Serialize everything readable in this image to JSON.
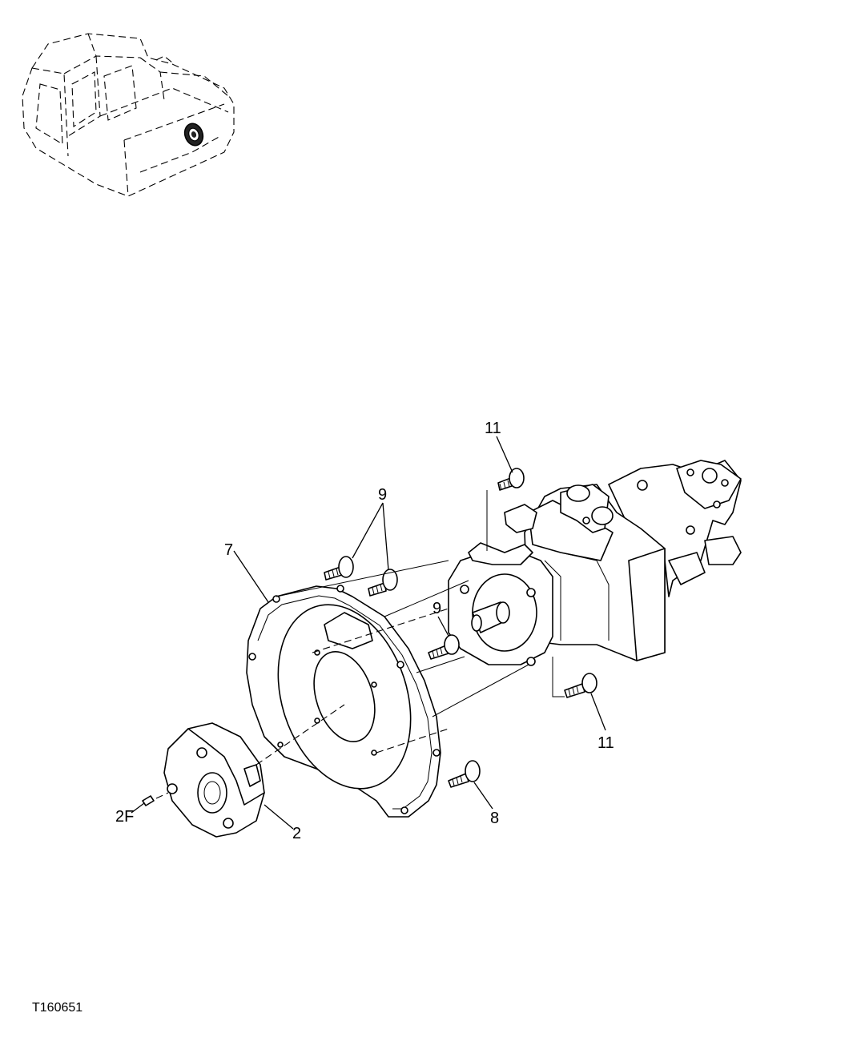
{
  "callouts": {
    "part_11_top": "11",
    "part_9_top": "9",
    "part_7": "7",
    "part_9_mid": "9",
    "part_11_bottom": "11",
    "part_2F": "2F",
    "part_2": "2",
    "part_8": "8"
  },
  "figure_id": "T160651"
}
